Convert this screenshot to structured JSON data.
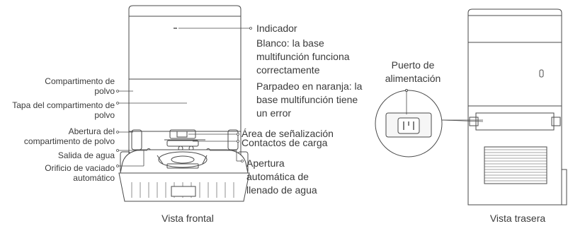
{
  "front": {
    "caption": "Vista frontal",
    "left_labels": {
      "dust_compartment": "Compartimento de polvo",
      "dust_lid": "Tapa del compartimento de polvo",
      "dust_opening": "Abertura del compartimento de polvo",
      "water_outlet": "Salida de agua",
      "auto_drain": "Orificio de vaciado automático"
    },
    "right_labels": {
      "indicator": "Indicador",
      "indicator_white": "Blanco: la base multifunción funciona correctamente",
      "indicator_orange": "Parpadeo en naranja: la base multifunción tiene un error",
      "signal_area": "Área de señalización",
      "charging_contacts": "Contactos de carga",
      "auto_fill": "Apertura automática de llenado de agua"
    }
  },
  "rear": {
    "caption": "Vista trasera",
    "power_port": "Puerto de alimentación"
  },
  "colors": {
    "line": "#4a4a4a",
    "text": "#3a3a3a",
    "fill": "#ffffff",
    "shade": "#f2f2f2"
  }
}
